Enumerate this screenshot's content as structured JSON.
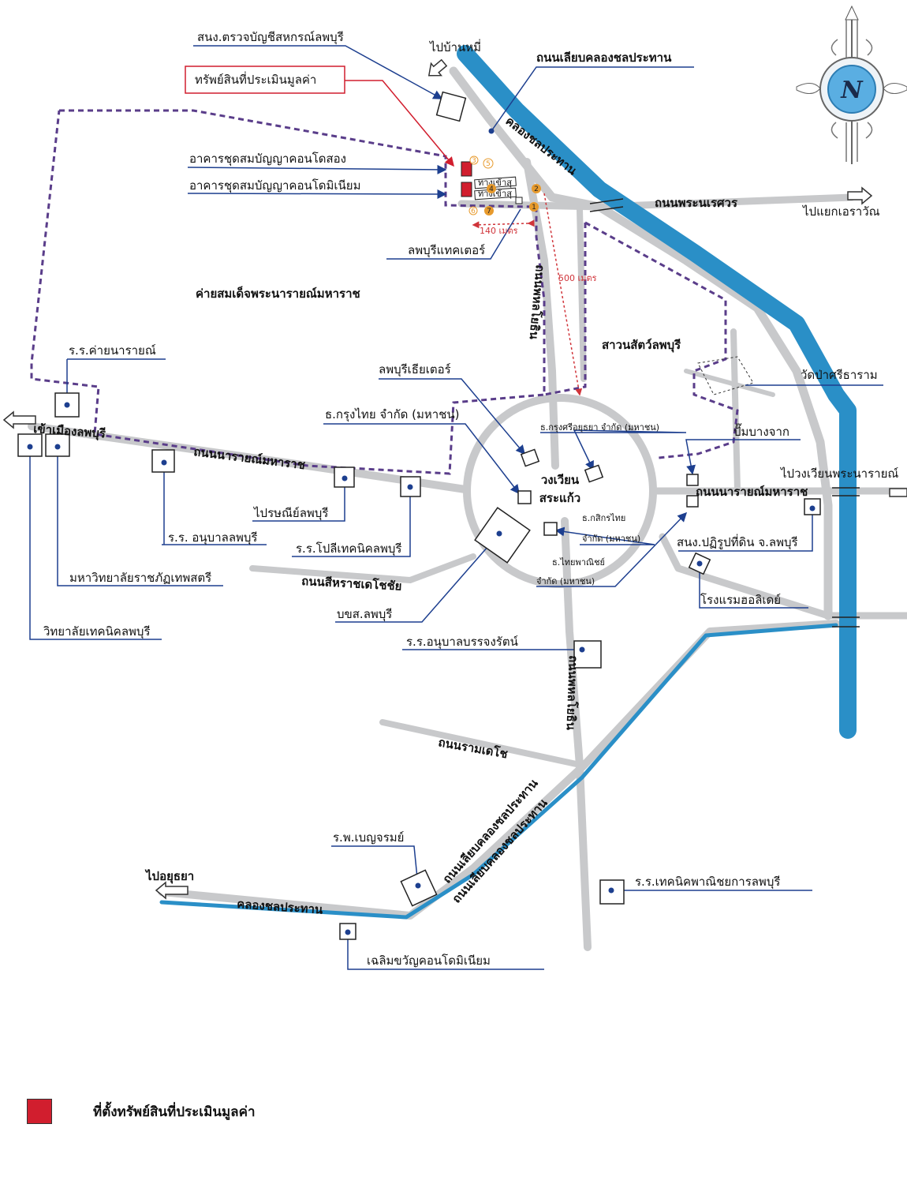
{
  "colors": {
    "canal": "#2a8fc7",
    "road": "#c8c9cb",
    "boundary": "#5a3d8a",
    "callout": "#1d3f8f",
    "property": "#d11e2e",
    "distance": "#d0343a",
    "marker": "#e79a2c"
  },
  "icons": {
    "north_arrow": "compass-rose-icon",
    "direction": "road-direction-arrow-icon"
  },
  "compass": {
    "letter": "N"
  },
  "callout_labels": {
    "audit_office": "สนง.ตรวจบัญชีสหกรณ์ลพบุรี",
    "property_box": "ทรัพย์สินที่ประเมินมูลค่า",
    "condo_song": "อาคารชุดสมบัญญาคอนโดสอง",
    "condo_minium": "อาคารชุดสมบัญญาคอนโดมิเนียม",
    "tower": "ลพบุรีแทคเตอร์",
    "camp_school": "ร.ร.ค่ายนารายณ์",
    "theater": "ลพบุรีเธียเตอร์",
    "ktb": "ธ.กรุงไทย จำกัด (มหาชน)",
    "krungsri": "ธ.กรุงศรีอยุธยา จำกัด (มหาชน)",
    "wat": "วัดป่าศรีธาราม",
    "gas_station": "ปั๊มบางจาก",
    "post_office": "ไปรษณีย์ลพบุรี",
    "kindergarten": "ร.ร. อนุบาลลพบุรี",
    "polytech": "ร.ร.โปลีเทคนิคลพบุรี",
    "kbank_1": "ธ.กสิกรไทย",
    "kbank_2": "จำกัด (มหาชน)",
    "scb_1": "ธ.ไทยพาณิชย์",
    "scb_2": "จำกัด (มหาชน)",
    "land_reform": "สนง.ปฏิรูปที่ดิน จ.ลพบุรี",
    "holiday_hotel": "โรงแรมฮอลิเดย์",
    "university": "มหาวิทยาลัยราชภัฏเทพสตรี",
    "tech_college": "วิทยาลัยเทคนิคลพบุรี",
    "bus_station": "บขส.ลพบุรี",
    "banchong_school": "ร.ร.อนุบาลบรรจงรัตน์",
    "hospital": "ร.พ.เบญจรมย์",
    "commerce_school": "ร.ร.เทคนิคพาณิชยการลพบุรี",
    "chalerm_condo": "เฉลิมขวัญคอนโดมิเนียม"
  },
  "map_labels": {
    "to_ban_mi": "ไปบ้านหมี่",
    "canal_road_top": "ถนนเลียบคลองชลประทาน",
    "canal_top": "คลองชลประทาน",
    "naresuan_road": "ถนนพระนเรศวร",
    "to_erawan": "ไปแยกเอราวัณ",
    "camp": "ค่ายสมเด็จพระนารายณ์มหาราช",
    "zoo": "สาวนสัตว์ลพบุรี",
    "mitraphap_road_north": "ถนนพหลโยธิน",
    "into_city": "เข้าเมืองลพบุรี",
    "narai_road_west": "ถนนนารายณ์มหาราช",
    "circle_1": "วงเวียน",
    "circle_2": "สระแก้ว",
    "narai_road_east": "ถนนนารายณ์มหาราช",
    "to_narai_circle": "ไปวงเวียนพระนารายณ์",
    "siharat_road": "ถนนสีหราชเดโชชัย",
    "ramdecho_road": "ถนนรามเดโช",
    "mitraphap_road_south": "ถนนพหลโยธิน",
    "to_ayutthaya": "ไปอยุธยา",
    "canal_road_sw_1": "ถนนเลียบคลองชลประทาน",
    "canal_road_sw_2": "ถนนเลียบคลองชลประทาน",
    "canal_bottom": "คลองชลประทาน"
  },
  "site_detail": {
    "building_label_1": "ทางเข้าสุ",
    "building_label_2": "ทางเข้าสุ",
    "markers": [
      "5",
      "4",
      "2",
      "3",
      "1",
      "6",
      "7"
    ]
  },
  "distances": {
    "short": "140 เมตร",
    "long": "500 เมตร"
  },
  "legend": {
    "label": "ที่ตั้งทรัพย์สินที่ประเมินมูลค่า"
  }
}
